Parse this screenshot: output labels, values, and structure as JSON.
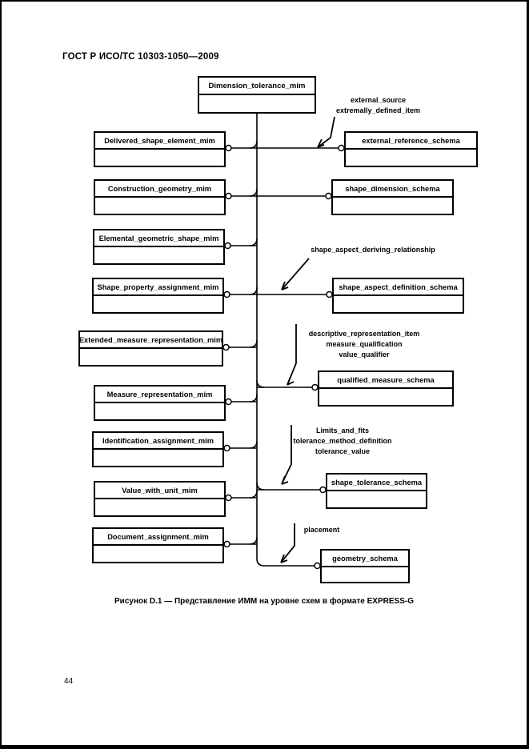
{
  "header": {
    "title": "ГОСТ Р ИСО/ТС 10303-1050—2009"
  },
  "footer": {
    "page_number": "44"
  },
  "caption": "Рисунок D.1 — Представление ИММ на уровне схем в формате EXPRESS-G",
  "diagram": {
    "root_box": {
      "label": "Dimension_tolerance_mim"
    },
    "left_boxes": [
      {
        "label": "Delivered_shape_element_mim"
      },
      {
        "label": "Construction_geometry_mim"
      },
      {
        "label": "Elemental_geometric_shape_mim"
      },
      {
        "label": "Shape_property_assignment_mim"
      },
      {
        "label": "Extended_measure_representation_mim"
      },
      {
        "label": "Measure_representation_mim"
      },
      {
        "label": "Identification_assignment_mim"
      },
      {
        "label": "Value_with_unit_mim"
      },
      {
        "label": "Document_assignment_mim"
      }
    ],
    "right_boxes": [
      {
        "label": "external_reference_schema"
      },
      {
        "label": "shape_dimension_schema"
      },
      {
        "label": "shape_aspect_definition_schema"
      },
      {
        "label": "qualified_measure_schema"
      },
      {
        "label": "shape_tolerance_schema"
      },
      {
        "label": "geometry_schema"
      }
    ],
    "annotations": {
      "external_ref": {
        "line1": "external_source",
        "line2": "extremally_defined_item"
      },
      "shape_aspect": {
        "line1": "shape_aspect_deriving_relationship"
      },
      "qualified_measure": {
        "line1": "descriptive_representation_item",
        "line2": "measure_qualification",
        "line3": "value_qualifier"
      },
      "shape_tolerance": {
        "line1": "Limits_and_fits",
        "line2": "tolerance_method_definition",
        "line3": "tolerance_value"
      },
      "geometry": {
        "line1": "placement"
      }
    }
  }
}
